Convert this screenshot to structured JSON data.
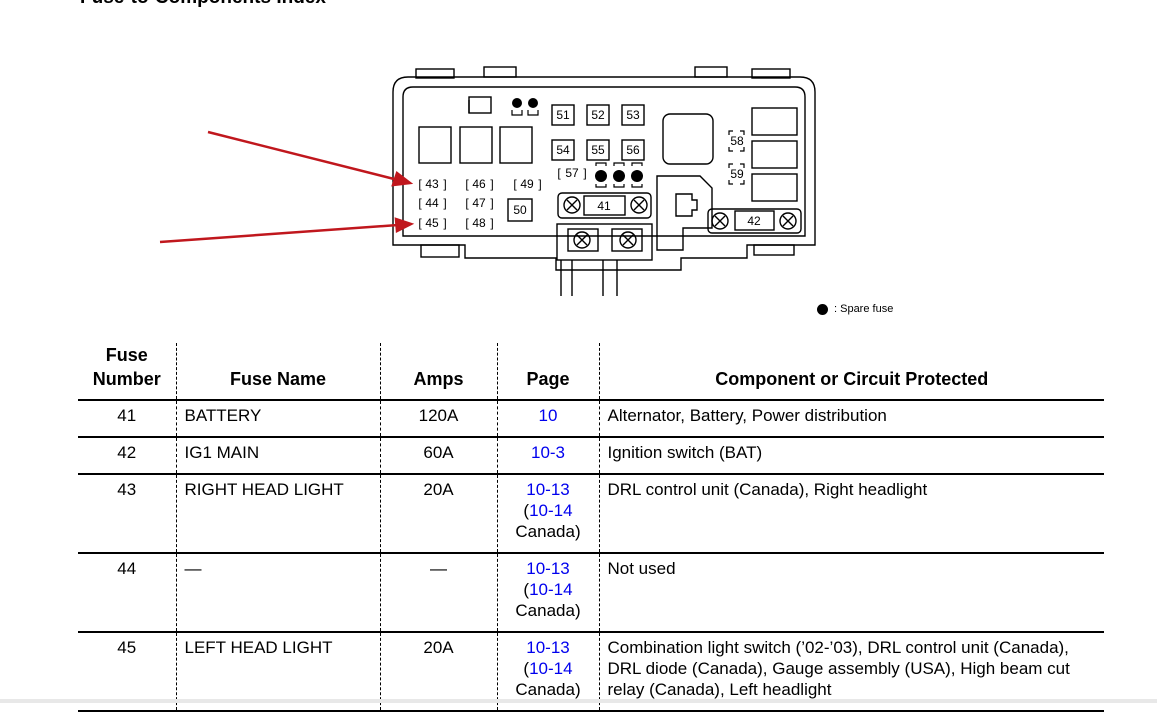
{
  "page": {
    "heading": "Fuse-to-Components Index"
  },
  "diagram": {
    "fuse_labels": [
      "41",
      "42",
      "43",
      "44",
      "45",
      "46",
      "47",
      "48",
      "49",
      "50",
      "51",
      "52",
      "53",
      "54",
      "55",
      "56",
      "57",
      "58",
      "59"
    ],
    "legend_text": ": Spare fuse"
  },
  "table": {
    "headers": {
      "number_line1": "Fuse",
      "number_line2": "Number",
      "name": "Fuse Name",
      "amps": "Amps",
      "page": "Page",
      "component": "Component or Circuit Protected"
    },
    "rows": [
      {
        "number": "41",
        "name": "BATTERY",
        "amps": "120A",
        "page": "10",
        "page_note": "",
        "page_alt": "",
        "component": "Alternator, Battery, Power distribution"
      },
      {
        "number": "42",
        "name": "IG1 MAIN",
        "amps": "60A",
        "page": "10-3",
        "page_note": "",
        "page_alt": "",
        "component": "Ignition switch (BAT)"
      },
      {
        "number": "43",
        "name": "RIGHT HEAD LIGHT",
        "amps": "20A",
        "page": "10-13",
        "page_alt": "10-14",
        "page_note": "Canada)",
        "component": "DRL control unit (Canada), Right headlight"
      },
      {
        "number": "44",
        "name": "—",
        "amps": "—",
        "page": "10-13",
        "page_alt": "10-14",
        "page_note": "Canada)",
        "component": "Not used"
      },
      {
        "number": "45",
        "name": "LEFT HEAD LIGHT",
        "amps": "20A",
        "page": "10-13",
        "page_alt": "10-14",
        "page_note": "Canada)",
        "component": "Combination light switch (’02-’03), DRL control unit (Canada), DRL diode (Canada), Gauge assembly (USA), High beam cut relay (Canada), Left headlight"
      }
    ]
  },
  "colors": {
    "arrow": "#c0171d",
    "link": "#0000ee"
  }
}
